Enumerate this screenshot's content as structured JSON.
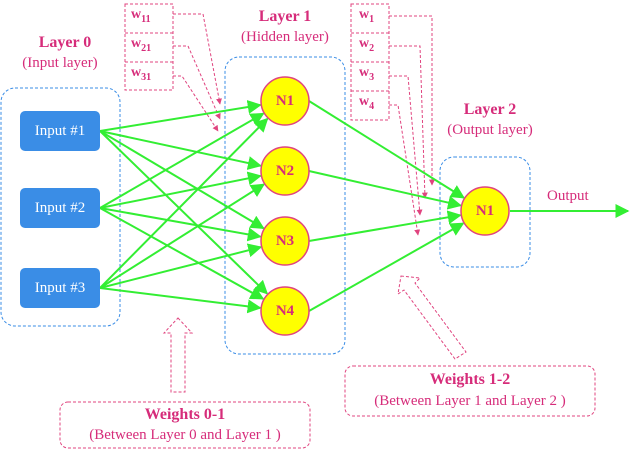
{
  "layers": [
    {
      "title": "Layer 0",
      "subtitle": "(Input layer)"
    },
    {
      "title": "Layer 1",
      "subtitle": "(Hidden layer)"
    },
    {
      "title": "Layer 2",
      "subtitle": "(Output layer)"
    }
  ],
  "inputs": [
    "Input #1",
    "Input #2",
    "Input #3"
  ],
  "hidden_neurons": [
    "N1",
    "N2",
    "N3",
    "N4"
  ],
  "output_neurons": [
    "N1"
  ],
  "output_label": "Output",
  "weights_01": [
    {
      "base": "w",
      "sub": "11"
    },
    {
      "base": "w",
      "sub": "21"
    },
    {
      "base": "w",
      "sub": "31"
    }
  ],
  "weights_12": [
    {
      "base": "w",
      "sub": "1"
    },
    {
      "base": "w",
      "sub": "2"
    },
    {
      "base": "w",
      "sub": "3"
    },
    {
      "base": "w",
      "sub": "4"
    }
  ],
  "notes": {
    "weights_01": {
      "title": "Weights 0-1",
      "subtitle": "(Between Layer 0 and Layer 1 )"
    },
    "weights_12": {
      "title": "Weights 1-2",
      "subtitle": "(Between Layer 1 and Layer 2 )"
    }
  },
  "colors": {
    "accent": "#d62c7a",
    "connection": "#33ee33",
    "group_border": "#3a8de6",
    "input_fill": "#3a8de6",
    "neuron_fill": "#ffff00",
    "neuron_border": "#e0447f"
  }
}
